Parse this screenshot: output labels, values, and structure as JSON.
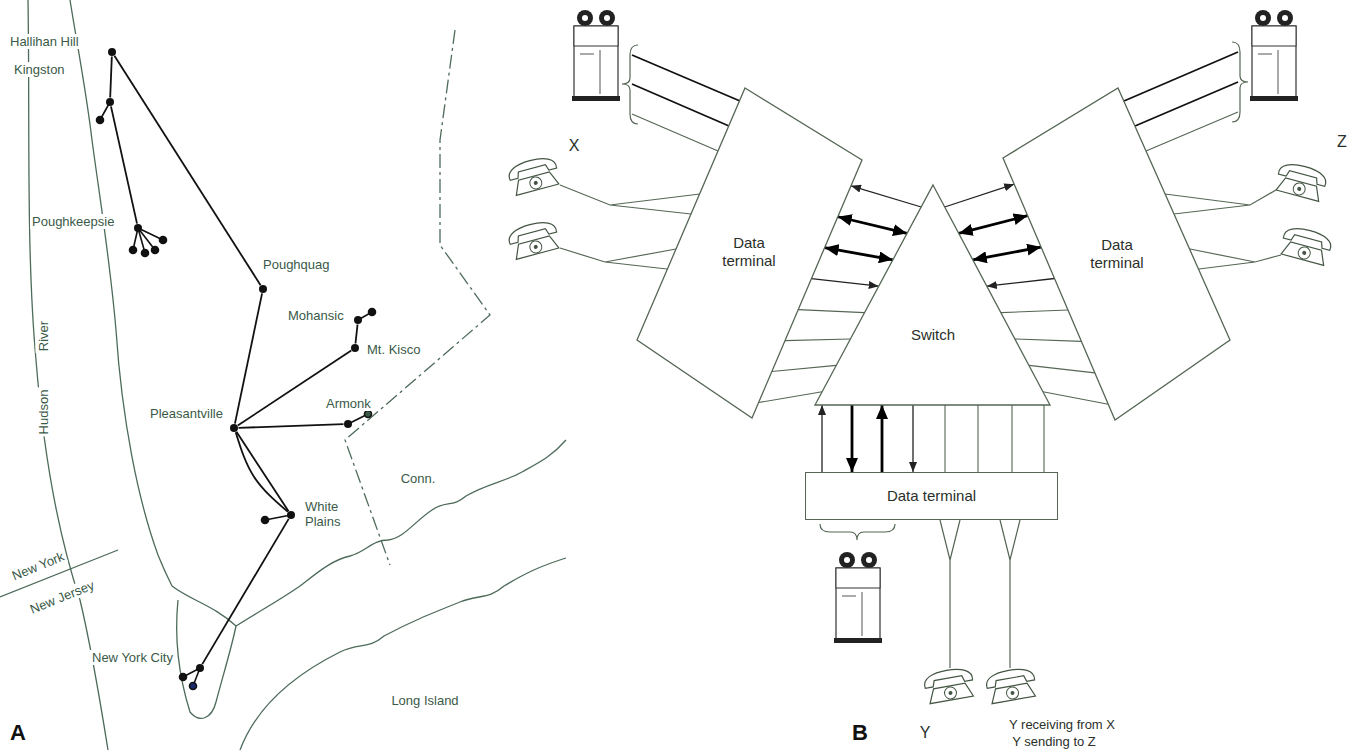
{
  "diagram": {
    "nodes": [
      {
        "text": [
          "Hallihan Hill"
        ]
      },
      {
        "text": [
          "Kingston"
        ]
      },
      {
        "text": [
          "Poughkeepsie"
        ]
      },
      {
        "text": [
          "Poughquag"
        ]
      },
      {
        "text": [
          "Mohansic"
        ]
      },
      {
        "text": [
          "Mt. Kisco"
        ]
      },
      {
        "text": [
          "Pleasantville"
        ]
      },
      {
        "text": [
          "Armonk"
        ]
      },
      {
        "text": [
          "White Plains"
        ]
      },
      {
        "text": [
          "New York City"
        ]
      },
      {
        "text": [
          "Data terminal"
        ]
      },
      {
        "text": [
          "Data terminal"
        ]
      },
      {
        "text": [
          "Switch"
        ]
      },
      {
        "text": [
          "Data terminal"
        ]
      }
    ],
    "edges": [
      {
        "from": 0,
        "to": 1,
        "arrow": "none"
      },
      {
        "from": 1,
        "to": 2,
        "arrow": "none"
      },
      {
        "from": 0,
        "to": 3,
        "arrow": "none"
      },
      {
        "from": 3,
        "to": 6,
        "arrow": "none"
      },
      {
        "from": 6,
        "to": 5,
        "arrow": "none"
      },
      {
        "from": 5,
        "to": 4,
        "arrow": "none"
      },
      {
        "from": 6,
        "to": 7,
        "arrow": "none"
      },
      {
        "from": 6,
        "to": 8,
        "arrow": "none"
      },
      {
        "from": 6,
        "to": 8,
        "arrow": "none"
      },
      {
        "from": 8,
        "to": 9,
        "arrow": "none"
      },
      {
        "from": 12,
        "to": 10,
        "arrow": "to"
      },
      {
        "from": 10,
        "to": 12,
        "arrow": "both"
      },
      {
        "from": 10,
        "to": 12,
        "arrow": "both"
      },
      {
        "from": 10,
        "to": 12,
        "arrow": "to"
      },
      {
        "from": 12,
        "to": 11,
        "arrow": "to"
      },
      {
        "from": 11,
        "to": 12,
        "arrow": "both"
      },
      {
        "from": 11,
        "to": 12,
        "arrow": "both"
      },
      {
        "from": 11,
        "to": 12,
        "arrow": "to"
      },
      {
        "from": 13,
        "to": 12,
        "arrow": "to"
      },
      {
        "from": 12,
        "to": 13,
        "arrow": "to"
      },
      {
        "from": 13,
        "to": 12,
        "arrow": "to"
      },
      {
        "from": 12,
        "to": 13,
        "arrow": "to"
      }
    ],
    "labels": [
      "A",
      "Hudson",
      "River",
      "New York",
      "New Jersey",
      "Conn.",
      "Long Island",
      "B",
      "X",
      "Z",
      "Y",
      "Y receiving from X",
      "Y sending to Z"
    ]
  }
}
